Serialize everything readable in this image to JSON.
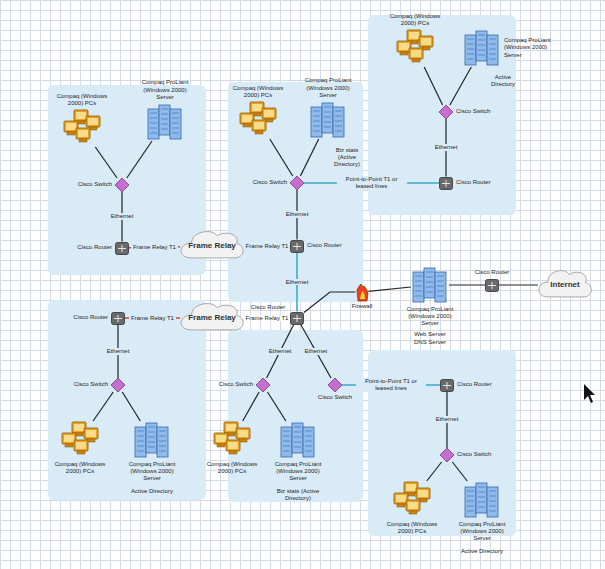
{
  "diagram": {
    "nodes": [
      {
        "text": [
          "Compaq (Windows 2000) PCs"
        ]
      },
      {
        "text": [
          "Compaq ProLiant (Windows 2000) Server"
        ]
      },
      {
        "text": [
          "Cisco Switch"
        ]
      },
      {
        "text": [
          "Cisco Router"
        ]
      },
      {
        "text": [
          "Compaq (Windows 2000) PCs"
        ]
      },
      {
        "text": [
          "Compaq ProLiant (Windows 2000) Server"
        ]
      },
      {
        "text": [
          "Cisco Switch"
        ]
      },
      {
        "text": [
          "Cisco Router"
        ]
      },
      {
        "text": [
          "Compaq (Windows 2000) PCs"
        ]
      },
      {
        "text": [
          "Compaq ProLiant (Windows 2000) Server"
        ]
      },
      {
        "text": [
          "Cisco Switch"
        ]
      },
      {
        "text": [
          "Cisco Router"
        ]
      },
      {
        "text": [
          "Frame Relay"
        ]
      },
      {
        "text": [
          "Cisco Router"
        ]
      },
      {
        "text": [
          "Firewall"
        ]
      },
      {
        "text": [
          "Compaq ProLiant (Windows 2000) Server"
        ]
      },
      {
        "text": [
          "Cisco Router"
        ]
      },
      {
        "text": [
          "Internet"
        ]
      },
      {
        "text": [
          "Frame Relay"
        ]
      },
      {
        "text": [
          "Cisco Router"
        ]
      },
      {
        "text": [
          "Cisco Switch"
        ]
      },
      {
        "text": [
          "Compaq (Windows 2000) PCs"
        ]
      },
      {
        "text": [
          "Compaq ProLiant (Windows 2000) Server"
        ]
      },
      {
        "text": [
          "Cisco Switch"
        ]
      },
      {
        "text": [
          "Cisco Switch"
        ]
      },
      {
        "text": [
          "Compaq (Windows 2000) PCs"
        ]
      },
      {
        "text": [
          "Compaq ProLiant (Windows 2000) Server"
        ]
      },
      {
        "text": [
          "Cisco Router"
        ]
      },
      {
        "text": [
          "Cisco Switch"
        ]
      },
      {
        "text": [
          "Compaq (Windows 2000) PCs"
        ]
      },
      {
        "text": [
          "Compaq ProLiant (Windows 2000) Server"
        ]
      }
    ],
    "edges": [
      {
        "from": 0,
        "to": 2,
        "arrow": "none"
      },
      {
        "from": 1,
        "to": 2,
        "arrow": "none"
      },
      {
        "from": 2,
        "to": 3,
        "arrow": "none",
        "label": "Ethernet"
      },
      {
        "from": 4,
        "to": 6,
        "arrow": "none"
      },
      {
        "from": 5,
        "to": 6,
        "arrow": "none"
      },
      {
        "from": 6,
        "to": 7,
        "arrow": "none",
        "label": "Ethernet"
      },
      {
        "from": 7,
        "to": 12,
        "arrow": "none",
        "label": "Frame Relay T1"
      },
      {
        "from": 12,
        "to": 11,
        "arrow": "none",
        "label": "Frame Relay T1"
      },
      {
        "from": 8,
        "to": 10,
        "arrow": "none"
      },
      {
        "from": 9,
        "to": 10,
        "arrow": "none"
      },
      {
        "from": 10,
        "to": 11,
        "arrow": "none",
        "label": "Ethernet"
      },
      {
        "from": 10,
        "to": 3,
        "arrow": "none",
        "label": "Point-to-Point T1 or leased lines"
      },
      {
        "from": 11,
        "to": 13,
        "arrow": "none",
        "label": "Ethernet"
      },
      {
        "from": 13,
        "to": 18,
        "arrow": "none",
        "label": "Frame Relay T1"
      },
      {
        "from": 18,
        "to": 19,
        "arrow": "none",
        "label": "Frame Relay T1"
      },
      {
        "from": 13,
        "to": 14,
        "arrow": "none"
      },
      {
        "from": 14,
        "to": 15,
        "arrow": "none"
      },
      {
        "from": 15,
        "to": 16,
        "arrow": "none"
      },
      {
        "from": 16,
        "to": 17,
        "arrow": "none"
      },
      {
        "from": 19,
        "to": 20,
        "arrow": "none",
        "label": "Ethernet"
      },
      {
        "from": 20,
        "to": 21,
        "arrow": "none"
      },
      {
        "from": 20,
        "to": 22,
        "arrow": "none"
      },
      {
        "from": 13,
        "to": 23,
        "arrow": "none",
        "label": "Ethernet"
      },
      {
        "from": 13,
        "to": 24,
        "arrow": "none",
        "label": "Ethernet"
      },
      {
        "from": 23,
        "to": 25,
        "arrow": "none"
      },
      {
        "from": 23,
        "to": 26,
        "arrow": "none"
      },
      {
        "from": 24,
        "to": 27,
        "arrow": "none",
        "label": "Point-to-Point T1 or leased lines"
      },
      {
        "from": 27,
        "to": 28,
        "arrow": "none",
        "label": "Ethernet"
      },
      {
        "from": 28,
        "to": 29,
        "arrow": "none"
      },
      {
        "from": 28,
        "to": 30,
        "arrow": "none"
      }
    ],
    "labels": [
      "Active Directory",
      "Biz stats (Active Directory)",
      "Active Directory",
      "Biz stats (Active Directory)",
      "Active Directory",
      "Web Server",
      "DNS Server"
    ]
  }
}
